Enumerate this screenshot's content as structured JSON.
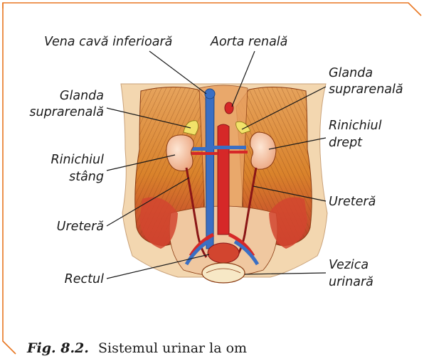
{
  "figure": {
    "labels": {
      "vena_cava": "Vena cavă inferioară",
      "aorta_renala": "Aorta renală",
      "glanda_left_1": "Glanda",
      "glanda_left_2": "suprarenală",
      "glanda_right_1": "Glanda",
      "glanda_right_2": "suprarenală",
      "rinichi_stang_1": "Rinichiul",
      "rinichi_stang_2": "stâng",
      "rinichi_drept_1": "Rinichiul",
      "rinichi_drept_2": "drept",
      "uretera_left": "Ureteră",
      "uretera_right": "Ureteră",
      "rectul": "Rectul",
      "vezica_1": "Vezica",
      "vezica_2": "urinară"
    },
    "caption": {
      "number": "Fig. 8.2.",
      "text": "Sistemul urinar la om"
    }
  },
  "colors": {
    "frame_accent": "#e87722",
    "skin": "#f3d7b0",
    "muscle": "#d9822b",
    "muscle_deep": "#c0392b",
    "vein": "#3a6fc4",
    "artery": "#d62828",
    "kidney": "#f6c6a4",
    "adrenal": "#f2e26a"
  }
}
